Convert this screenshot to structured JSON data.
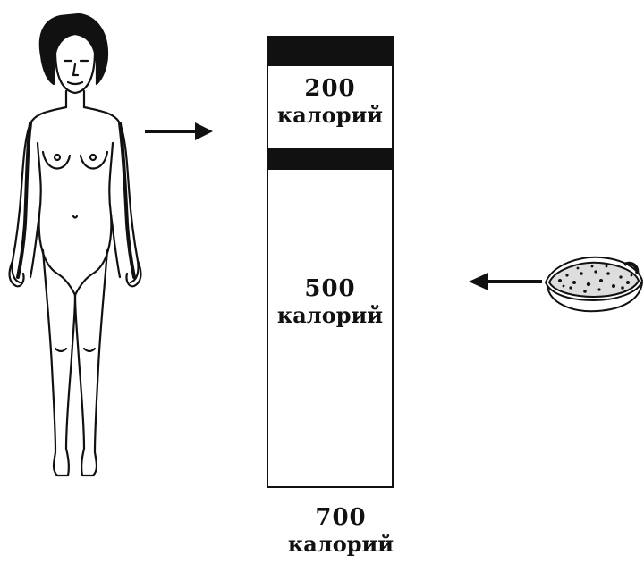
{
  "column": {
    "segments": [
      {
        "value": "200",
        "unit": "калорий"
      },
      {
        "value": "500",
        "unit": "калорий"
      }
    ],
    "total": {
      "value": "700",
      "unit": "калорий"
    }
  },
  "icons": {
    "person": "human-figure-icon",
    "food": "food-bowl-icon",
    "arrow_in": "arrow-right-icon",
    "arrow_food": "arrow-left-icon"
  },
  "colors": {
    "ink": "#111111",
    "background": "#ffffff"
  }
}
